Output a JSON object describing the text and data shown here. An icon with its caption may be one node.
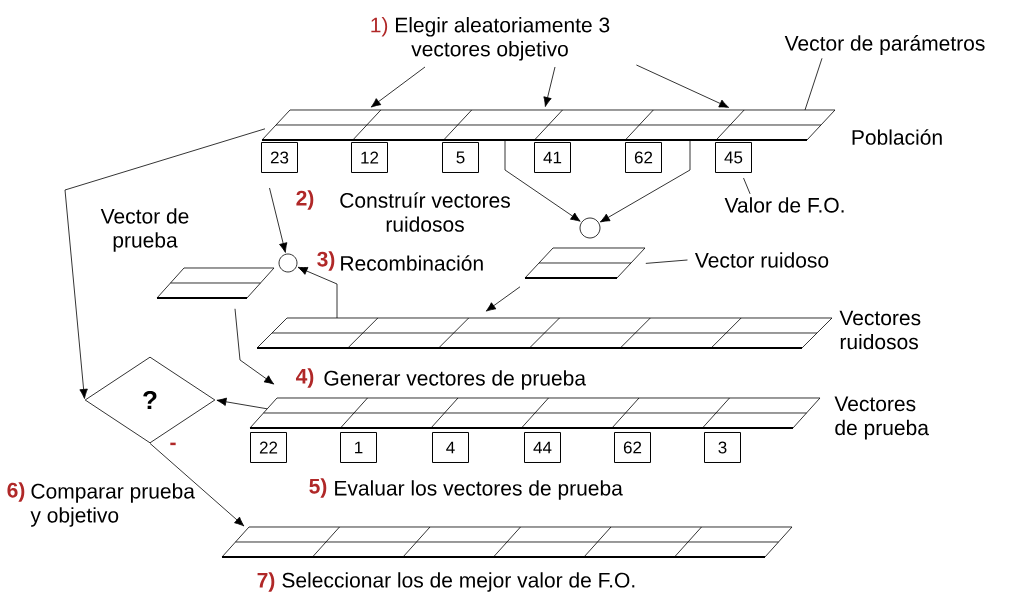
{
  "diagram": {
    "nodes": [
      {
        "text": [
          "1)",
          "Elegir aleatoriamente 3 vectores objetivo"
        ]
      },
      {
        "text": [
          "Vector de parámetros"
        ]
      },
      {
        "text": [],
        "shape": "bar"
      },
      {
        "text": [
          "23"
        ]
      },
      {
        "text": [
          "12"
        ]
      },
      {
        "text": [
          "5"
        ]
      },
      {
        "text": [
          "41"
        ]
      },
      {
        "text": [
          "62"
        ]
      },
      {
        "text": [
          "45"
        ]
      },
      {
        "text": [
          "Valor de F.O."
        ]
      },
      {
        "text": [],
        "shape": "circle"
      },
      {
        "text": [],
        "shape": "bar"
      },
      {
        "text": [
          "Vector ruidoso"
        ]
      },
      {
        "text": [],
        "shape": "circle"
      },
      {
        "text": [],
        "shape": "bar"
      },
      {
        "text": [],
        "shape": "bar"
      },
      {
        "text": [],
        "shape": "bar"
      },
      {
        "text": [
          "22"
        ]
      },
      {
        "text": [
          "1"
        ]
      },
      {
        "text": [
          "4"
        ]
      },
      {
        "text": [
          "44"
        ]
      },
      {
        "text": [
          "62"
        ]
      },
      {
        "text": [
          "3"
        ]
      },
      {
        "text": [
          "?"
        ]
      },
      {
        "text": [],
        "shape": "bar"
      }
    ],
    "edges": [
      {
        "from": 0,
        "to": 2,
        "arrow": "to"
      },
      {
        "from": 0,
        "to": 2,
        "arrow": "to"
      },
      {
        "from": 0,
        "to": 2,
        "arrow": "to"
      },
      {
        "from": 1,
        "to": 2,
        "arrow": "none"
      },
      {
        "from": 9,
        "to": 8,
        "arrow": "none"
      },
      {
        "from": 2,
        "to": 10,
        "arrow": "to"
      },
      {
        "from": 2,
        "to": 10,
        "arrow": "to"
      },
      {
        "from": 12,
        "to": 11,
        "arrow": "none"
      },
      {
        "from": 11,
        "to": 15,
        "arrow": "to"
      },
      {
        "from": 15,
        "to": 13,
        "arrow": "to"
      },
      {
        "from": 3,
        "to": 13,
        "arrow": "to"
      },
      {
        "from": 14,
        "to": 16,
        "arrow": "to"
      },
      {
        "from": 2,
        "to": 23,
        "arrow": "to"
      },
      {
        "from": 16,
        "to": 23,
        "arrow": "to"
      },
      {
        "from": 23,
        "to": 24,
        "arrow": "to"
      }
    ],
    "labels": [
      "Población",
      "2)",
      "Construír vectores ruidosos",
      "Vector de prueba",
      "3)",
      "Recombinación",
      "Vectores ruidosos",
      "4)",
      "Generar vectores de prueba",
      "Vectores de prueba",
      "-",
      "6)",
      "Comparar prueba y objetivo",
      "5)",
      "Evaluar los vectores de prueba",
      "7)",
      "Seleccionar los de mejor valor de F.O."
    ]
  }
}
